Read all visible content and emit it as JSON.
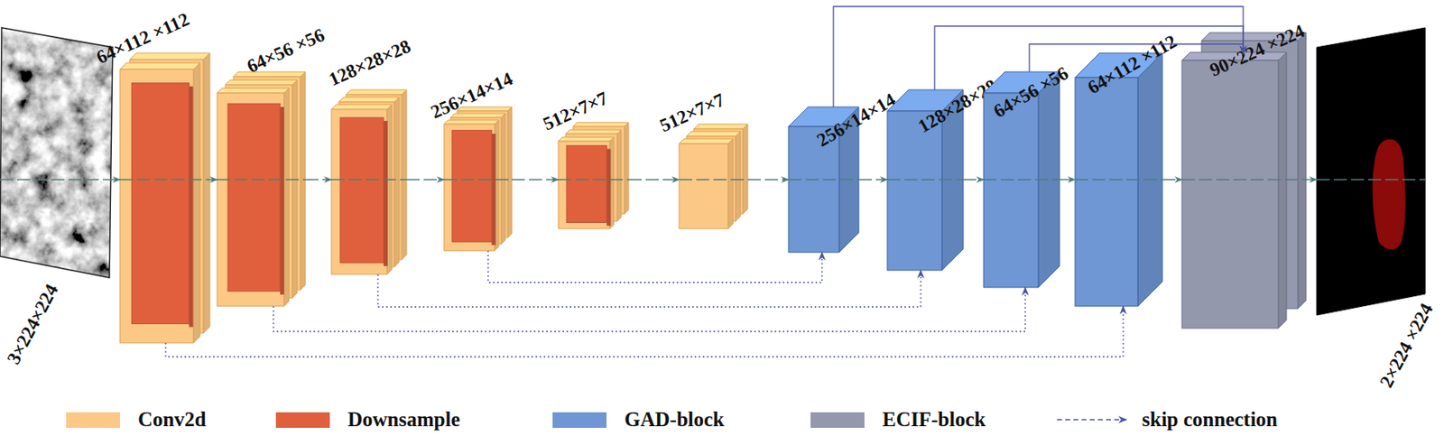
{
  "diagram": {
    "nodes": [
      {
        "text": [
          "3×224×224"
        ]
      },
      {
        "text": [
          "64×112 ×112"
        ]
      },
      {
        "text": [
          "64×56 ×56"
        ]
      },
      {
        "text": [
          "128×28×28"
        ]
      },
      {
        "text": [
          "256×14×14"
        ]
      },
      {
        "text": [
          "512×7×7"
        ]
      },
      {
        "text": [
          "512×7×7"
        ]
      },
      {
        "text": [
          "256×14×14"
        ]
      },
      {
        "text": [
          "128×28×28"
        ]
      },
      {
        "text": [
          "64×56 ×56"
        ]
      },
      {
        "text": [
          "64×112 ×112"
        ]
      },
      {
        "text": [
          "90×224 ×224"
        ]
      },
      {
        "text": [
          "2×224 ×224"
        ]
      }
    ],
    "edges": [
      {
        "from": 0,
        "to": 1,
        "arrow": "to"
      },
      {
        "from": 1,
        "to": 2,
        "arrow": "to"
      },
      {
        "from": 2,
        "to": 3,
        "arrow": "to"
      },
      {
        "from": 3,
        "to": 4,
        "arrow": "to"
      },
      {
        "from": 4,
        "to": 5,
        "arrow": "to"
      },
      {
        "from": 5,
        "to": 6,
        "arrow": "to"
      },
      {
        "from": 6,
        "to": 7,
        "arrow": "to"
      },
      {
        "from": 7,
        "to": 8,
        "arrow": "to"
      },
      {
        "from": 8,
        "to": 9,
        "arrow": "to"
      },
      {
        "from": 9,
        "to": 10,
        "arrow": "to"
      },
      {
        "from": 10,
        "to": 11,
        "arrow": "to"
      },
      {
        "from": 11,
        "to": 12,
        "arrow": "to"
      },
      {
        "from": 4,
        "to": 7,
        "arrow": "to"
      },
      {
        "from": 3,
        "to": 8,
        "arrow": "to"
      },
      {
        "from": 2,
        "to": 9,
        "arrow": "to"
      },
      {
        "from": 1,
        "to": 10,
        "arrow": "to"
      },
      {
        "from": 7,
        "to": 11,
        "arrow": "to"
      },
      {
        "from": 8,
        "to": 11,
        "arrow": "to"
      },
      {
        "from": 9,
        "to": 11,
        "arrow": "to"
      }
    ],
    "legend": [
      {
        "text": "Conv2d",
        "color": "#fcc886"
      },
      {
        "text": "Downsample",
        "color": "#e0603e"
      },
      {
        "text": "GAD-block",
        "color": "#6e97d3"
      },
      {
        "text": "ECIF-block",
        "color": "#9498ad"
      },
      {
        "text": "skip connection"
      }
    ]
  }
}
